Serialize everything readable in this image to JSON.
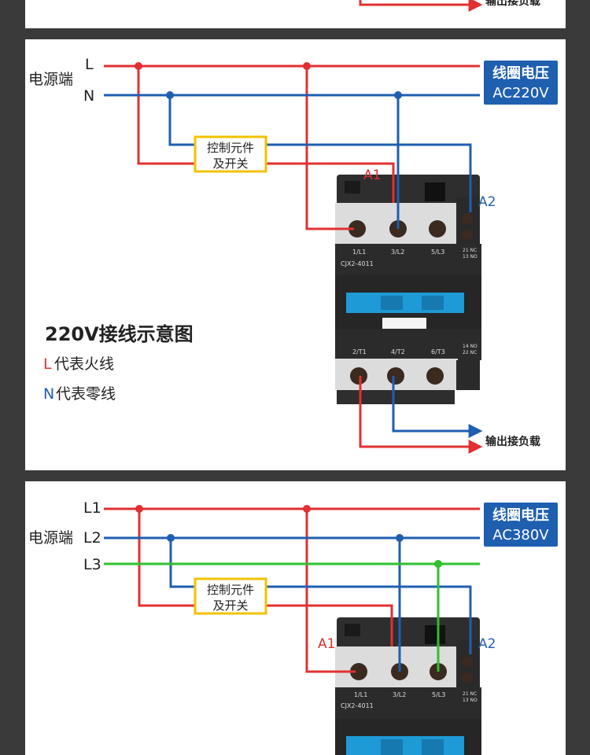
{
  "colors": {
    "live": "#e23030",
    "neutral": "#1f5fb0",
    "l3": "#2fbf2f",
    "badge": "#1f5fb0",
    "box_border": "#f2c200",
    "background": "#3a3a3a",
    "panel": "#ffffff"
  },
  "top_strip": {
    "load_label": "输出接负载"
  },
  "panel1": {
    "power_label": "电源端",
    "line_l": "L",
    "line_n": "N",
    "coil_title": "线圈电压",
    "coil_value": "AC220V",
    "control_line1": "控制元件",
    "control_line2": "及开关",
    "a1": "A1",
    "a2": "A2",
    "terminals_top": [
      "1/L1",
      "3/L2",
      "5/L3"
    ],
    "terminals_bottom": [
      "2/T1",
      "4/T2",
      "6/T3"
    ],
    "aux_top": [
      "21 NC",
      "13 NO"
    ],
    "aux_bottom": [
      "14 NO",
      "22 NC"
    ],
    "model": "CJX2-4011",
    "title": "220V接线示意图",
    "legend_l_key": "L",
    "legend_l_text": "代表火线",
    "legend_n_key": "N",
    "legend_n_text": "代表零线",
    "load_label": "输出接负载"
  },
  "panel2": {
    "power_label": "电源端",
    "line_l1": "L1",
    "line_l2": "L2",
    "line_l3": "L3",
    "coil_title": "线圈电压",
    "coil_value": "AC380V",
    "control_line1": "控制元件",
    "control_line2": "及开关",
    "a1": "A1",
    "a2": "A2",
    "terminals_top": [
      "1/L1",
      "3/L2",
      "5/L3"
    ],
    "aux_top": [
      "21 NC",
      "13 NO"
    ],
    "model": "CJX2-4011"
  }
}
